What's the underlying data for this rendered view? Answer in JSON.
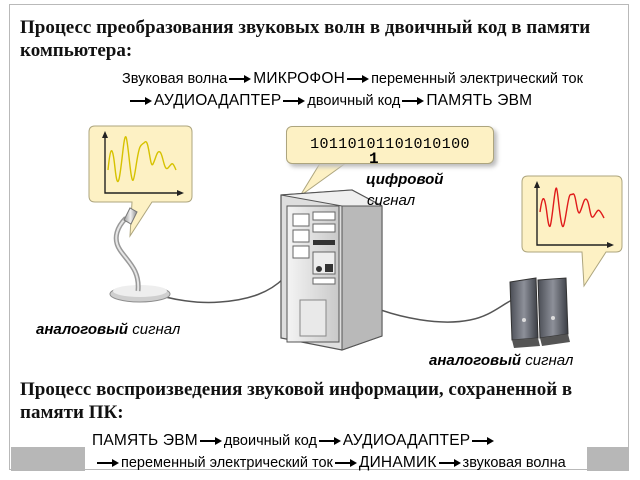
{
  "heading_top": "Процесс преобразования звуковых волн в двоичный код в памяти компьютера:",
  "chain_record": {
    "sound_wave": "Звуковая волна",
    "microphone": "МИКРОФОН",
    "alternating_current": "переменный электрический ток",
    "audio_adapter": "АУДИОАДАПТЕР",
    "binary_code": "двоичный код",
    "computer_memory": "ПАМЯТЬ ЭВМ"
  },
  "digital_bubble": {
    "bits": "10110101101010100",
    "bits_last": "1"
  },
  "digital_label": {
    "bold": "цифровой",
    "italic": "сигнал"
  },
  "analog_label_left": {
    "bold": "аналоговый",
    "italic": "сигнал"
  },
  "analog_label_right": {
    "bold": "аналоговый",
    "italic": "сигнал"
  },
  "heading_bottom": "Процесс воспроизведения звуковой информации, сохраненной в памяти ПК:",
  "chain_play": {
    "computer_memory": "ПАМЯТЬ ЭВМ",
    "binary_code": "двоичный код",
    "audio_adapter": "АУДИОАДАПТЕР",
    "alternating_current": "переменный электрический ток",
    "speaker": "ДИНАМИК",
    "sound_wave": "звуковая волна"
  },
  "colors": {
    "bubble_fill": "#fdf1c4",
    "bubble_border": "#ada57e",
    "wave_left": "#d6c200",
    "wave_right": "#e01b1b",
    "axes": "#222222"
  }
}
